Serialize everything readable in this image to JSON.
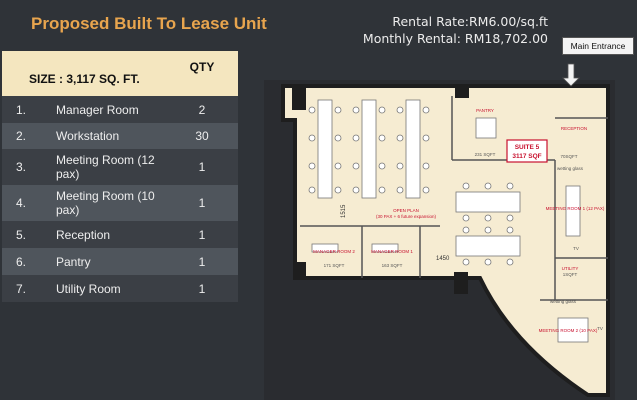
{
  "header": {
    "title": "Proposed Built To Lease Unit",
    "rental_rate": "Rental Rate:RM6.00/sq.ft",
    "monthly_rental": "Monthly Rental: RM18,702.00"
  },
  "table": {
    "size_label": "SIZE : 3,117 SQ. FT.",
    "qty_label": "QTY",
    "rows": [
      {
        "num": "1.",
        "name": "Manager Room",
        "qty": "2"
      },
      {
        "num": "2.",
        "name": "Workstation",
        "qty": "30"
      },
      {
        "num": "3.",
        "name": "Meeting Room (12 pax)",
        "qty": "1"
      },
      {
        "num": "4.",
        "name": "Meeting Room (10 pax)",
        "qty": "1"
      },
      {
        "num": "5.",
        "name": "Reception",
        "qty": "1"
      },
      {
        "num": "6.",
        "name": "Pantry",
        "qty": "1"
      },
      {
        "num": "7.",
        "name": "Utility Room",
        "qty": "1"
      }
    ]
  },
  "plan": {
    "main_entrance": "Main Entrance",
    "suite_label": "SUITE 5",
    "suite_size": "3117 SQF",
    "rooms": {
      "pantry": "PANTRY",
      "pantry_size": "231 SQFT",
      "reception": "RECEPTION",
      "reception_size": "70SQFT",
      "meeting_room_1": "MEETING ROOM 1 (12 PAX)",
      "meeting_room_2": "MEETING ROOM 2 (10 PAX)",
      "utility": "UTILITY",
      "utility_size": "1SQFT",
      "open_plan": "OPEN PLAN",
      "open_plan_note": "(30 PAX + 6 future expansion)",
      "manager_room_2": "MANAGER ROOM 2",
      "manager_room_2_size": "171 SQFT",
      "manager_room_1": "MANAGER ROOM 1",
      "manager_room_1_size": "163 SQFT",
      "dim_vertical": "1515",
      "dim_horizontal": "1450",
      "wetting_glass_1": "wetting glass",
      "wetting_glass_2": "wetting glass",
      "tv_1": "TV",
      "tv_2": "TV"
    }
  }
}
